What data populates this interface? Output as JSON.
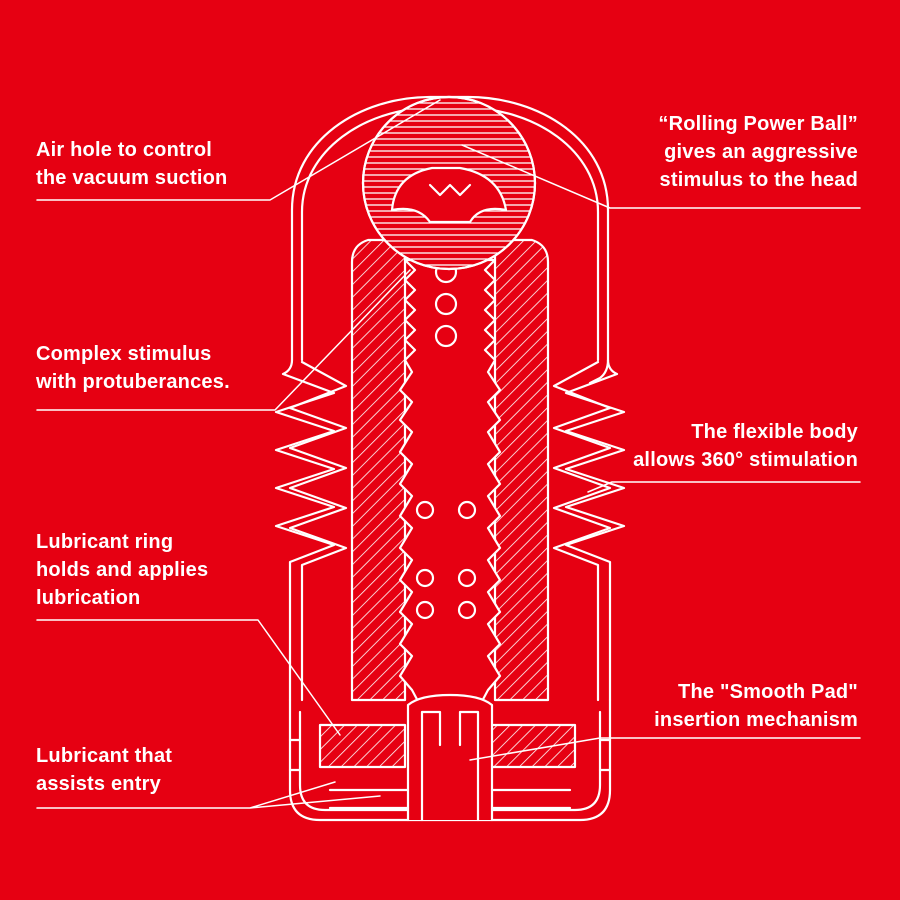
{
  "diagram": {
    "colors": {
      "background": "#e60012",
      "line": "#ffffff"
    },
    "labels": {
      "air_hole": {
        "line1": "Air hole to control",
        "line2": "the vacuum suction"
      },
      "power_ball": {
        "line1": "“Rolling Power Ball”",
        "line2": "gives an aggressive",
        "line3": "stimulus to the head"
      },
      "complex": {
        "line1": "Complex stimulus",
        "line2": "with protuberances."
      },
      "flexible": {
        "line1": "The flexible body",
        "line2": "allows 360° stimulation"
      },
      "lub_ring": {
        "line1": "Lubricant ring",
        "line2": "holds and applies",
        "line3": "lubrication"
      },
      "smooth_pad": {
        "line1": "The \"Smooth Pad\"",
        "line2": "insertion mechanism"
      },
      "lub_entry": {
        "line1": "Lubricant that",
        "line2": "assists entry"
      }
    }
  }
}
